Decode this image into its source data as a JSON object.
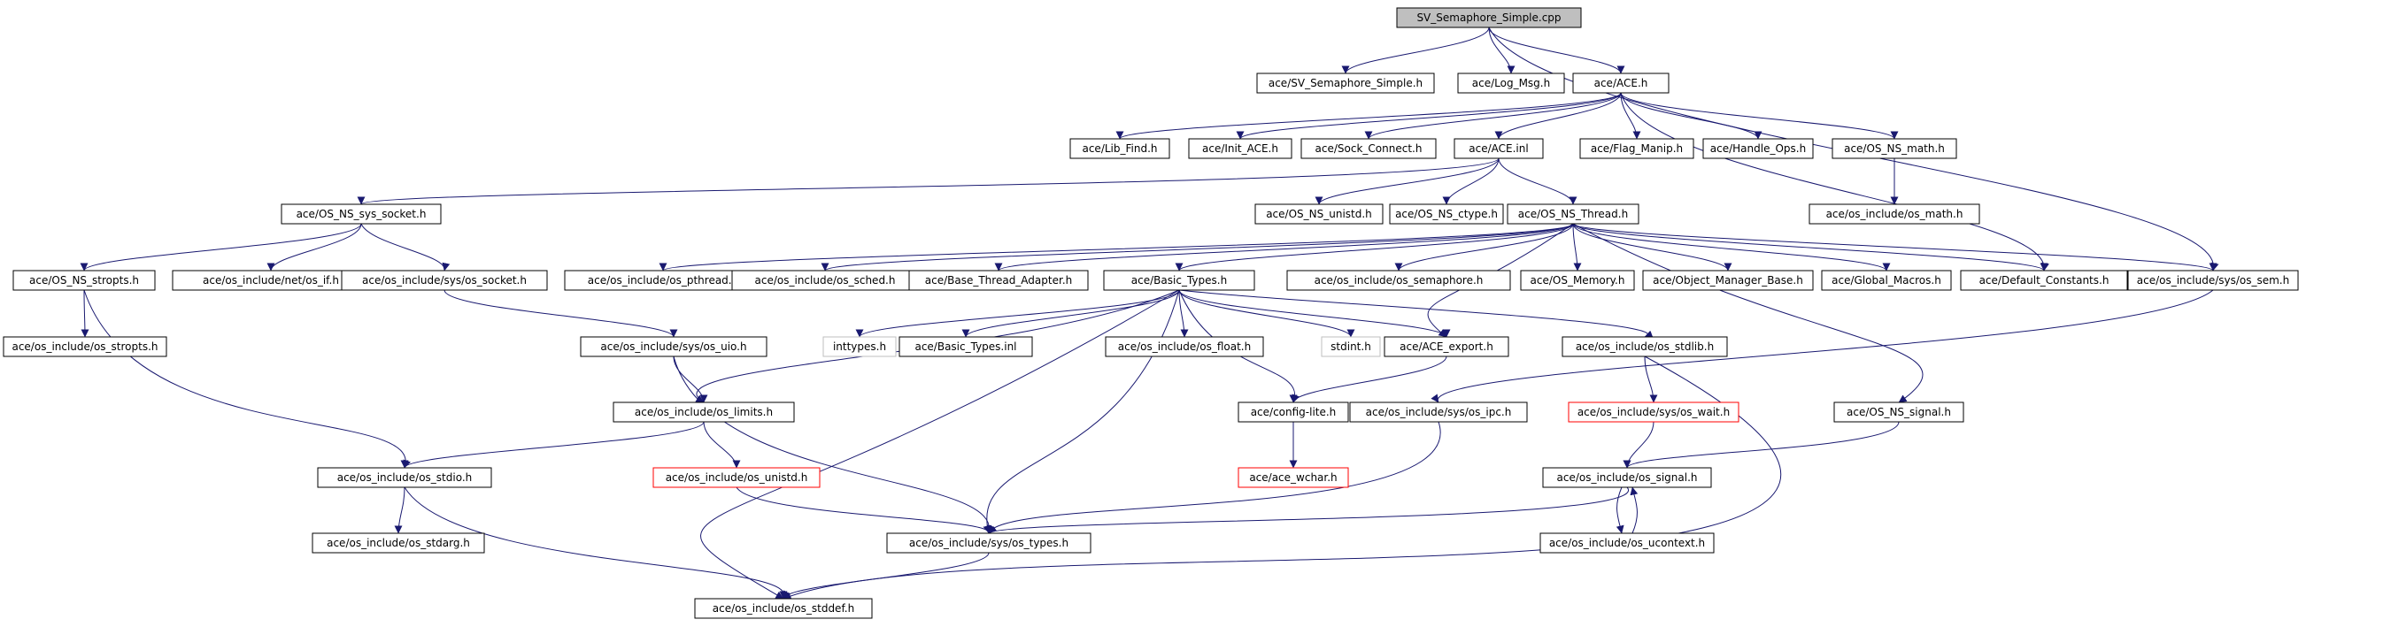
{
  "graph": {
    "edge_color": "#191970",
    "nodes": [
      {
        "id": "root",
        "label": "SV_Semaphore_Simple.cpp",
        "style": "root"
      },
      {
        "id": "svsem",
        "label": "ace/SV_Semaphore_Simple.h",
        "style": "normal"
      },
      {
        "id": "logmsg",
        "label": "ace/Log_Msg.h",
        "style": "normal"
      },
      {
        "id": "ace",
        "label": "ace/ACE.h",
        "style": "normal"
      },
      {
        "id": "libfind",
        "label": "ace/Lib_Find.h",
        "style": "normal"
      },
      {
        "id": "initace",
        "label": "ace/Init_ACE.h",
        "style": "normal"
      },
      {
        "id": "sockconn",
        "label": "ace/Sock_Connect.h",
        "style": "normal"
      },
      {
        "id": "aceinl",
        "label": "ace/ACE.inl",
        "style": "normal"
      },
      {
        "id": "flagmanip",
        "label": "ace/Flag_Manip.h",
        "style": "normal"
      },
      {
        "id": "handleops",
        "label": "ace/Handle_Ops.h",
        "style": "normal"
      },
      {
        "id": "osnsmath",
        "label": "ace/OS_NS_math.h",
        "style": "normal"
      },
      {
        "id": "osnssyssocket",
        "label": "ace/OS_NS_sys_socket.h",
        "style": "normal"
      },
      {
        "id": "osnsunistd",
        "label": "ace/OS_NS_unistd.h",
        "style": "normal"
      },
      {
        "id": "osnsctype",
        "label": "ace/OS_NS_ctype.h",
        "style": "normal"
      },
      {
        "id": "osnsthread",
        "label": "ace/OS_NS_Thread.h",
        "style": "normal"
      },
      {
        "id": "osmath",
        "label": "ace/os_include/os_math.h",
        "style": "normal"
      },
      {
        "id": "osnsstropts",
        "label": "ace/OS_NS_stropts.h",
        "style": "normal"
      },
      {
        "id": "osnetif",
        "label": "ace/os_include/net/os_if.h",
        "style": "normal"
      },
      {
        "id": "syssocket",
        "label": "ace/os_include/sys/os_socket.h",
        "style": "normal"
      },
      {
        "id": "pthread",
        "label": "ace/os_include/os_pthread.h",
        "style": "normal"
      },
      {
        "id": "sched",
        "label": "ace/os_include/os_sched.h",
        "style": "normal"
      },
      {
        "id": "basethread",
        "label": "ace/Base_Thread_Adapter.h",
        "style": "normal"
      },
      {
        "id": "basictypes",
        "label": "ace/Basic_Types.h",
        "style": "normal"
      },
      {
        "id": "semaphore",
        "label": "ace/os_include/os_semaphore.h",
        "style": "normal"
      },
      {
        "id": "osmemory",
        "label": "ace/OS_Memory.h",
        "style": "normal"
      },
      {
        "id": "objmgr",
        "label": "ace/Object_Manager_Base.h",
        "style": "normal"
      },
      {
        "id": "globalmacros",
        "label": "ace/Global_Macros.h",
        "style": "normal"
      },
      {
        "id": "defconst",
        "label": "ace/Default_Constants.h",
        "style": "normal"
      },
      {
        "id": "syssem",
        "label": "ace/os_include/sys/os_sem.h",
        "style": "normal"
      },
      {
        "id": "osstropts",
        "label": "ace/os_include/os_stropts.h",
        "style": "normal"
      },
      {
        "id": "sysuio",
        "label": "ace/os_include/sys/os_uio.h",
        "style": "normal"
      },
      {
        "id": "inttypes",
        "label": "inttypes.h",
        "style": "gray"
      },
      {
        "id": "basicinl",
        "label": "ace/Basic_Types.inl",
        "style": "normal"
      },
      {
        "id": "osfloat",
        "label": "ace/os_include/os_float.h",
        "style": "normal"
      },
      {
        "id": "stdint",
        "label": "stdint.h",
        "style": "gray"
      },
      {
        "id": "aceexport",
        "label": "ace/ACE_export.h",
        "style": "normal"
      },
      {
        "id": "osstdlib",
        "label": "ace/os_include/os_stdlib.h",
        "style": "normal"
      },
      {
        "id": "oslimits",
        "label": "ace/os_include/os_limits.h",
        "style": "normal"
      },
      {
        "id": "configlite",
        "label": "ace/config-lite.h",
        "style": "normal"
      },
      {
        "id": "sysipc",
        "label": "ace/os_include/sys/os_ipc.h",
        "style": "normal"
      },
      {
        "id": "syswait",
        "label": "ace/os_include/sys/os_wait.h",
        "style": "red"
      },
      {
        "id": "osnssignal",
        "label": "ace/OS_NS_signal.h",
        "style": "normal"
      },
      {
        "id": "osstdio",
        "label": "ace/os_include/os_stdio.h",
        "style": "normal"
      },
      {
        "id": "osunistd",
        "label": "ace/os_include/os_unistd.h",
        "style": "red"
      },
      {
        "id": "acewchar",
        "label": "ace/ace_wchar.h",
        "style": "red"
      },
      {
        "id": "ossignal",
        "label": "ace/os_include/os_signal.h",
        "style": "normal"
      },
      {
        "id": "osstdarg",
        "label": "ace/os_include/os_stdarg.h",
        "style": "normal"
      },
      {
        "id": "systypes",
        "label": "ace/os_include/sys/os_types.h",
        "style": "normal"
      },
      {
        "id": "osucontext",
        "label": "ace/os_include/os_ucontext.h",
        "style": "normal"
      },
      {
        "id": "osstddef",
        "label": "ace/os_include/os_stddef.h",
        "style": "normal"
      }
    ],
    "edges": [
      [
        "root",
        "svsem"
      ],
      [
        "root",
        "logmsg"
      ],
      [
        "root",
        "ace"
      ],
      [
        "root",
        "syssem"
      ],
      [
        "ace",
        "libfind"
      ],
      [
        "ace",
        "initace"
      ],
      [
        "ace",
        "sockconn"
      ],
      [
        "ace",
        "aceinl"
      ],
      [
        "ace",
        "flagmanip"
      ],
      [
        "ace",
        "handleops"
      ],
      [
        "ace",
        "osnsmath"
      ],
      [
        "ace",
        "defconst"
      ],
      [
        "osnsmath",
        "osmath"
      ],
      [
        "aceinl",
        "osnssyssocket"
      ],
      [
        "aceinl",
        "osnsunistd"
      ],
      [
        "aceinl",
        "osnsctype"
      ],
      [
        "aceinl",
        "osnsthread"
      ],
      [
        "osnssyssocket",
        "osnsstropts"
      ],
      [
        "osnssyssocket",
        "osnetif"
      ],
      [
        "osnssyssocket",
        "syssocket"
      ],
      [
        "osnsstropts",
        "osstropts"
      ],
      [
        "osnsstropts",
        "osstdio"
      ],
      [
        "syssocket",
        "sysuio"
      ],
      [
        "osnsthread",
        "pthread"
      ],
      [
        "osnsthread",
        "sched"
      ],
      [
        "osnsthread",
        "basethread"
      ],
      [
        "osnsthread",
        "basictypes"
      ],
      [
        "osnsthread",
        "semaphore"
      ],
      [
        "osnsthread",
        "osmemory"
      ],
      [
        "osnsthread",
        "objmgr"
      ],
      [
        "osnsthread",
        "globalmacros"
      ],
      [
        "osnsthread",
        "defconst"
      ],
      [
        "osnsthread",
        "syssem"
      ],
      [
        "osnsthread",
        "aceexport"
      ],
      [
        "osnsthread",
        "osnssignal"
      ],
      [
        "syssem",
        "sysipc"
      ],
      [
        "basictypes",
        "inttypes"
      ],
      [
        "basictypes",
        "basicinl"
      ],
      [
        "basictypes",
        "osfloat"
      ],
      [
        "basictypes",
        "stdint"
      ],
      [
        "basictypes",
        "aceexport"
      ],
      [
        "basictypes",
        "osstdlib"
      ],
      [
        "basictypes",
        "oslimits"
      ],
      [
        "basictypes",
        "configlite"
      ],
      [
        "basictypes",
        "systypes"
      ],
      [
        "basictypes",
        "osstddef"
      ],
      [
        "sysuio",
        "oslimits"
      ],
      [
        "sysuio",
        "systypes"
      ],
      [
        "aceexport",
        "configlite"
      ],
      [
        "configlite",
        "acewchar"
      ],
      [
        "osstdlib",
        "syswait"
      ],
      [
        "osstdlib",
        "osstddef"
      ],
      [
        "syswait",
        "ossignal"
      ],
      [
        "oslimits",
        "osstdio"
      ],
      [
        "oslimits",
        "osunistd"
      ],
      [
        "osunistd",
        "systypes"
      ],
      [
        "sysipc",
        "systypes"
      ],
      [
        "osnssignal",
        "ossignal"
      ],
      [
        "ossignal",
        "systypes"
      ],
      [
        "ossignal",
        "osucontext"
      ],
      [
        "osucontext",
        "ossignal"
      ],
      [
        "osstdio",
        "osstdarg"
      ],
      [
        "osstdio",
        "osstddef"
      ],
      [
        "systypes",
        "osstddef"
      ]
    ]
  }
}
